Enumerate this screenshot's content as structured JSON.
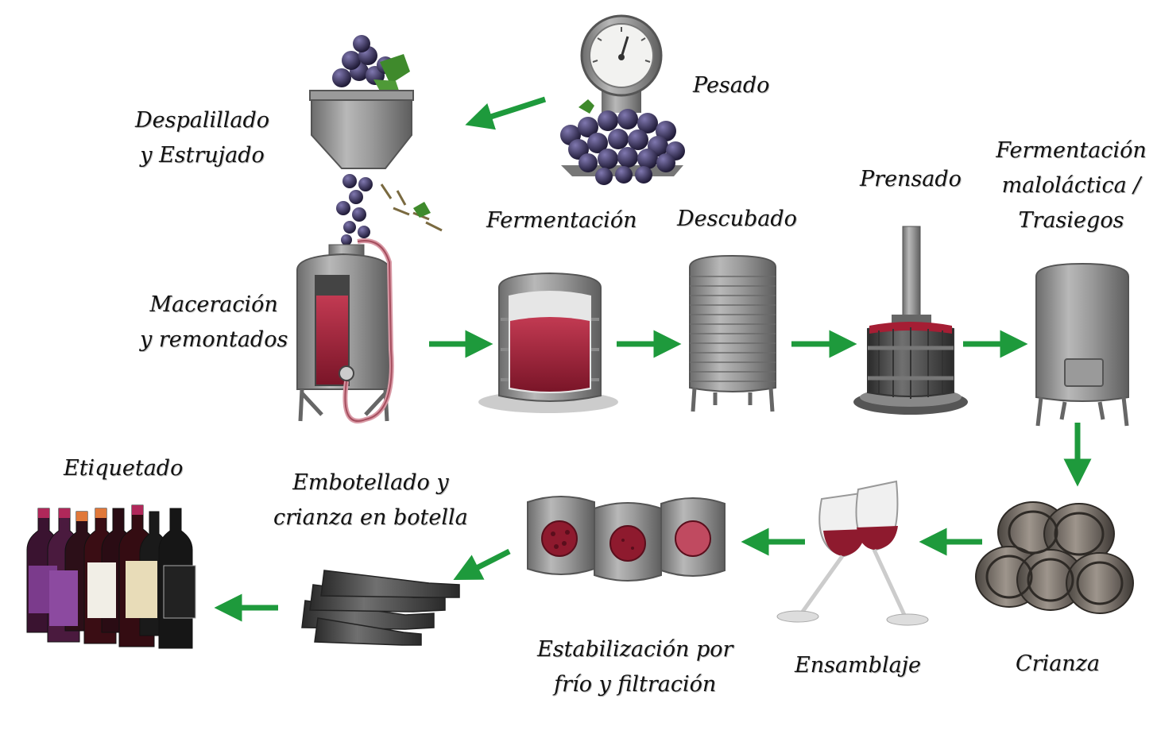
{
  "steps": {
    "pesado": {
      "label": "Pesado",
      "icon": "weighing-scale-icon"
    },
    "despalillado": {
      "line1": "Despalillado",
      "line2": "y Estrujado",
      "icon": "destemmer-hopper-icon"
    },
    "maceracion": {
      "line1": "Maceración",
      "line2": "y remontados",
      "icon": "maceration-tank-icon"
    },
    "fermentacion": {
      "label": "Fermentación",
      "icon": "fermentation-vat-icon"
    },
    "descubado": {
      "label": "Descubado",
      "icon": "empty-tank-icon"
    },
    "prensado": {
      "label": "Prensado",
      "icon": "wine-press-icon"
    },
    "malolactica": {
      "line1": "Fermentación",
      "line2": "maloláctica /",
      "line3": "Trasiegos",
      "icon": "steel-tank-icon"
    },
    "crianza": {
      "label": "Crianza",
      "icon": "barrels-icon"
    },
    "ensamblaje": {
      "label": "Ensamblaje",
      "icon": "wine-glasses-icon"
    },
    "estabilizacion": {
      "line1": "Estabilización por",
      "line2": "frío y filtración",
      "icon": "filter-tanks-icon"
    },
    "embotellado": {
      "line1": "Embotellado y",
      "line2": "crianza en botella",
      "icon": "lying-bottles-icon"
    },
    "etiquetado": {
      "label": "Etiquetado",
      "icon": "labeled-bottles-icon"
    }
  },
  "colors": {
    "arrow": "#1e9a3c",
    "steel": "#8d8d8d",
    "wine": "#8e1a2e",
    "grape": "#2e2745",
    "leaf": "#3f8a2c"
  }
}
